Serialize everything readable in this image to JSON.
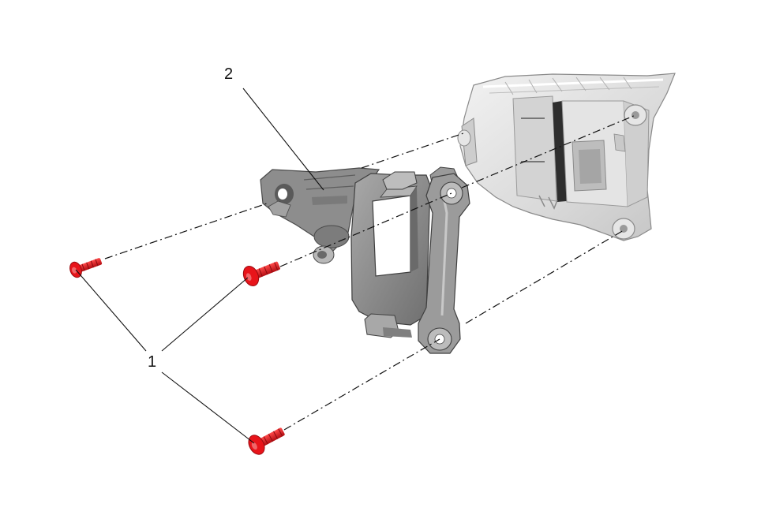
{
  "callouts": [
    {
      "id": "fastener",
      "label": "1"
    },
    {
      "id": "bracket",
      "label": "2"
    }
  ],
  "colors": {
    "fastener": "#e8141a",
    "bracket": "#8e8e8e",
    "module": "#dedede",
    "line": "#111111"
  }
}
